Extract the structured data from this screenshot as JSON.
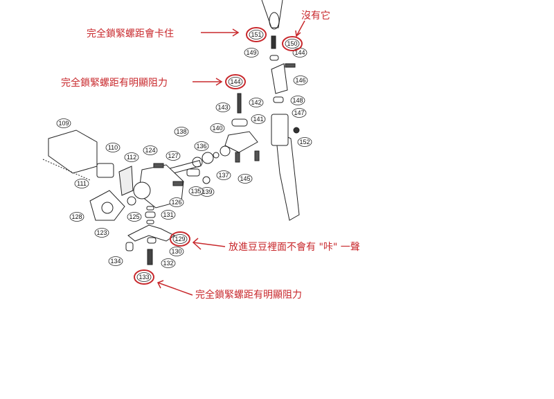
{
  "parts": [
    "109",
    "110",
    "111",
    "112",
    "124",
    "127",
    "138",
    "136",
    "140",
    "141",
    "142",
    "143",
    "144",
    "144",
    "146",
    "148",
    "147",
    "149",
    "150",
    "151",
    "152",
    "137",
    "145",
    "139",
    "135",
    "126",
    "131",
    "125",
    "128",
    "123",
    "129",
    "130",
    "132",
    "134",
    "133"
  ],
  "highlighted_parts": [
    "151",
    "150",
    "144",
    "129",
    "133"
  ],
  "annotations": {
    "part_151": "完全鎖緊螺距會卡住",
    "part_150": "沒有它",
    "part_144": "完全鎖緊螺距有明顯阻力",
    "part_129": "放進豆豆裡面不會有 \"咔\" 一聲",
    "part_133": "完全鎖緊螺距有明顯阻力"
  },
  "colors": {
    "annotation": "#c8282c",
    "line": "#222222"
  }
}
